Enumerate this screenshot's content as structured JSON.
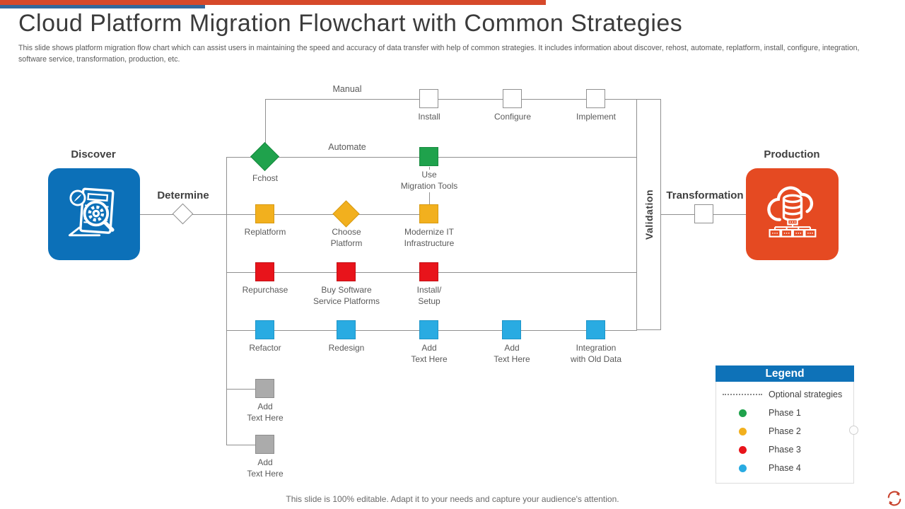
{
  "slide": {
    "title": "Cloud Platform Migration Flowchart with Common Strategies",
    "subtitle": "This slide shows platform migration flow chart which can assist users in maintaining the speed and accuracy of data transfer with help of common strategies. It includes information about discover, rehost, automate, replatform, install, configure, integration, software service, transformation, production, etc.",
    "footer": "This slide is 100% editable. Adapt it to your needs and capture your audience's attention."
  },
  "colors": {
    "accent_blue": "#0C70B8",
    "accent_orange": "#E54A22",
    "topbar_red": "#D6492A",
    "topbar_blue": "#34689B",
    "phase1_green": "#1FA24C",
    "phase2_yellow": "#F2B01E",
    "phase3_red": "#E8141B",
    "phase4_blue": "#29ABE2",
    "optional_gray": "#ABABAB",
    "line_gray": "#909090"
  },
  "flowchart": {
    "path_labels": {
      "manual": "Manual",
      "automate": "Automate"
    },
    "stage_labels": {
      "discover": "Discover",
      "determine": "Determine",
      "validation": "Validation",
      "transformation": "Transformation",
      "production": "Production"
    },
    "nodes": [
      {
        "label": "Install"
      },
      {
        "label": "Configure"
      },
      {
        "label": "Implement"
      },
      {
        "label": "Fchost"
      },
      {
        "label": "Use\nMigration Tools"
      },
      {
        "label": "Replatform"
      },
      {
        "label": "Choose\nPlatform"
      },
      {
        "label": "Modernize IT\nInfrastructure"
      },
      {
        "label": "Repurchase"
      },
      {
        "label": "Buy Software\nService Platforms"
      },
      {
        "label": "Install/\nSetup"
      },
      {
        "label": "Refactor"
      },
      {
        "label": "Redesign"
      },
      {
        "label": "Add\nText Here"
      },
      {
        "label": "Add\nText Here"
      },
      {
        "label": "Integration\nwith Old Data"
      },
      {
        "label": "Add\nText Here"
      },
      {
        "label": "Add\nText Here"
      }
    ]
  },
  "legend": {
    "title": "Legend",
    "items": [
      {
        "marker": "dotted-line",
        "label": "Optional strategies"
      },
      {
        "marker": "dot",
        "color": "#1FA24C",
        "label": "Phase 1"
      },
      {
        "marker": "dot",
        "color": "#F2B01E",
        "label": "Phase 2"
      },
      {
        "marker": "dot",
        "color": "#E8141B",
        "label": "Phase 3"
      },
      {
        "marker": "dot",
        "color": "#29ABE2",
        "label": "Phase 4"
      }
    ]
  }
}
